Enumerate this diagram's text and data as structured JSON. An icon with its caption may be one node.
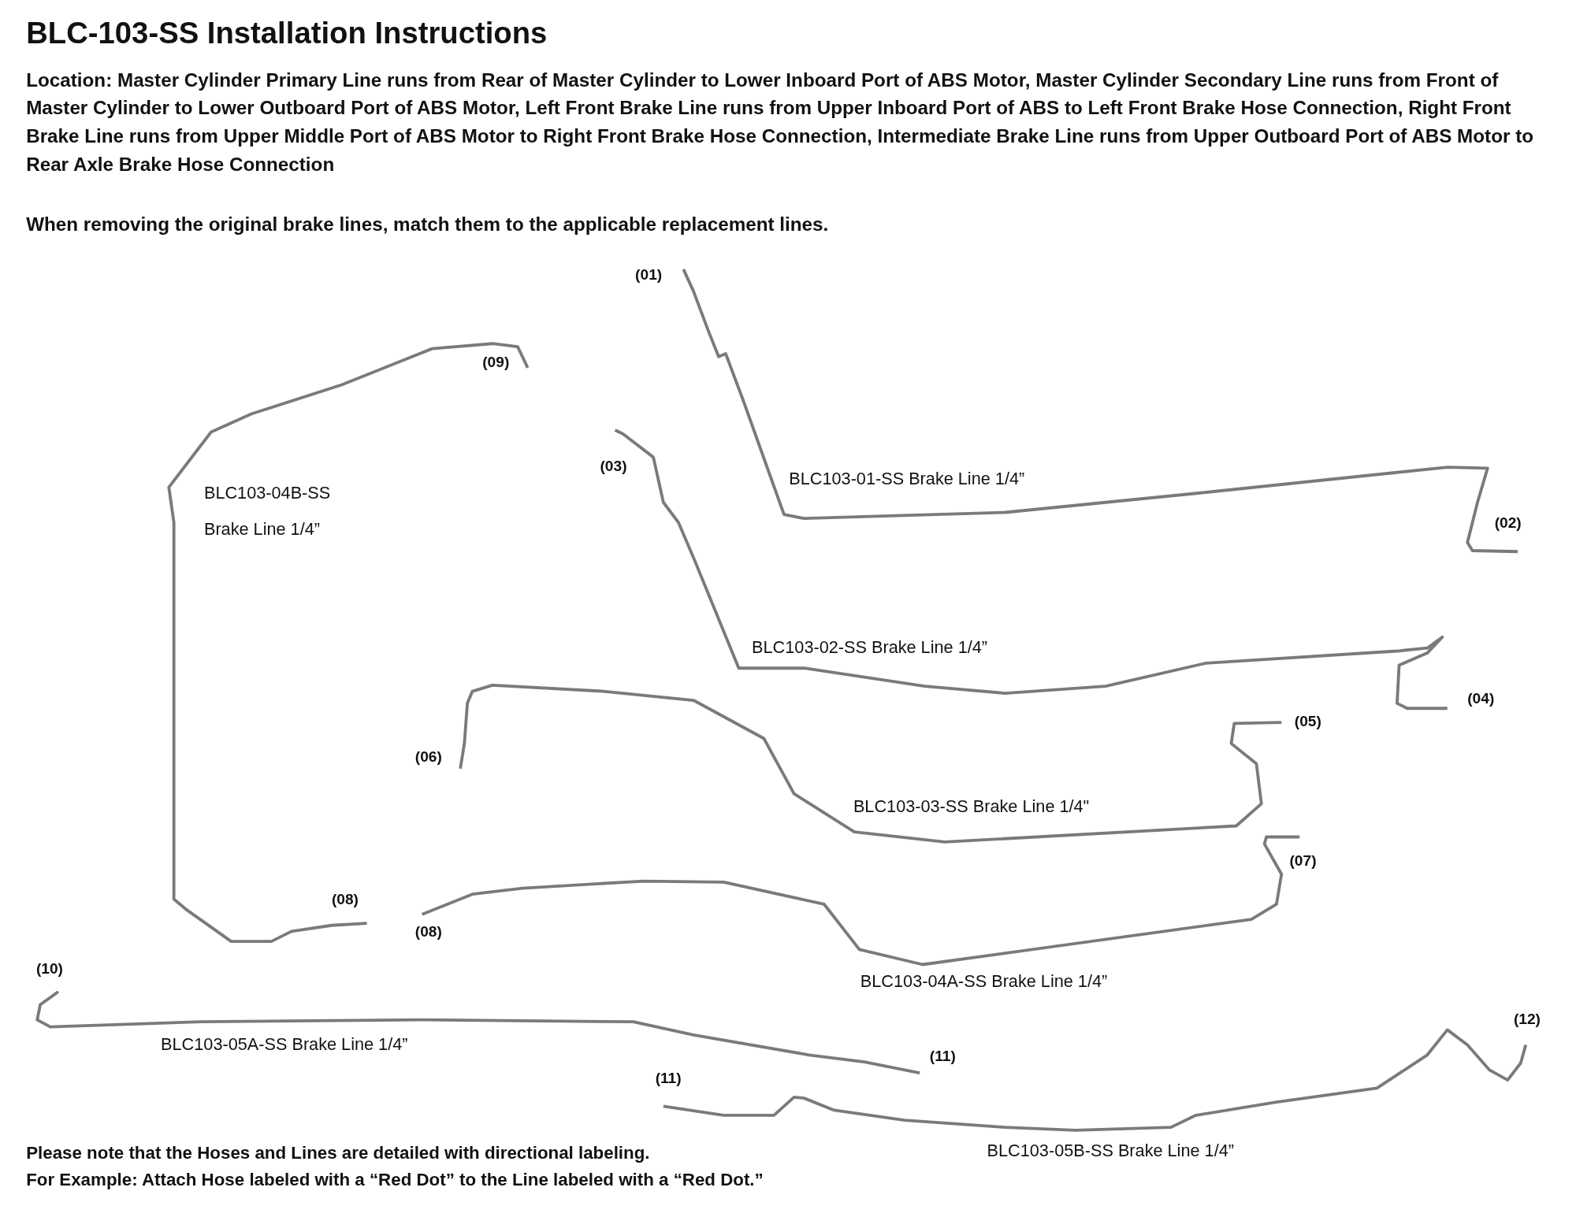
{
  "diagram": {
    "title": "BLC-103-SS Installation Instructions",
    "labels": [
      "Location: Master Cylinder Primary Line runs from Rear of Master Cylinder to Lower Inboard Port of ABS Motor, Master Cylinder Secondary Line runs from Front of Master Cylinder to Lower Outboard Port of ABS Motor, Left Front Brake Line runs from Upper Inboard Port of ABS to Left Front Brake Hose Connection, Right Front Brake Line runs from Upper Middle Port of ABS Motor to Right Front Brake Hose Connection, Intermediate Brake Line runs from Upper Outboard Port of ABS Motor to Rear Axle Brake Hose Connection",
      "When removing the original brake lines, match them to the applicable replacement lines.",
      "(01)",
      "(09)",
      "(03)",
      "BLC103-01-SS Brake Line 1/4”",
      "BLC103-04B-SS Brake Line 1/4”",
      "(02)",
      "BLC103-02-SS Brake Line 1/4”",
      "(04)",
      "(05)",
      "(06)",
      "BLC103-03-SS Brake Line 1/4\"",
      "(07)",
      "(08)",
      "(08)",
      "(10)",
      "BLC103-04A-SS Brake Line 1/4”",
      "BLC103-05A-SS Brake Line 1/4”",
      "(12)",
      "(11)",
      "(11)",
      "BLC103-05B-SS Brake Line 1/4”",
      "Please note that the Hoses and Lines are detailed with directional labeling.",
      "For Example: Attach Hose labeled with a “Red Dot” to the Line labeled with a “Red Dot.”"
    ]
  }
}
